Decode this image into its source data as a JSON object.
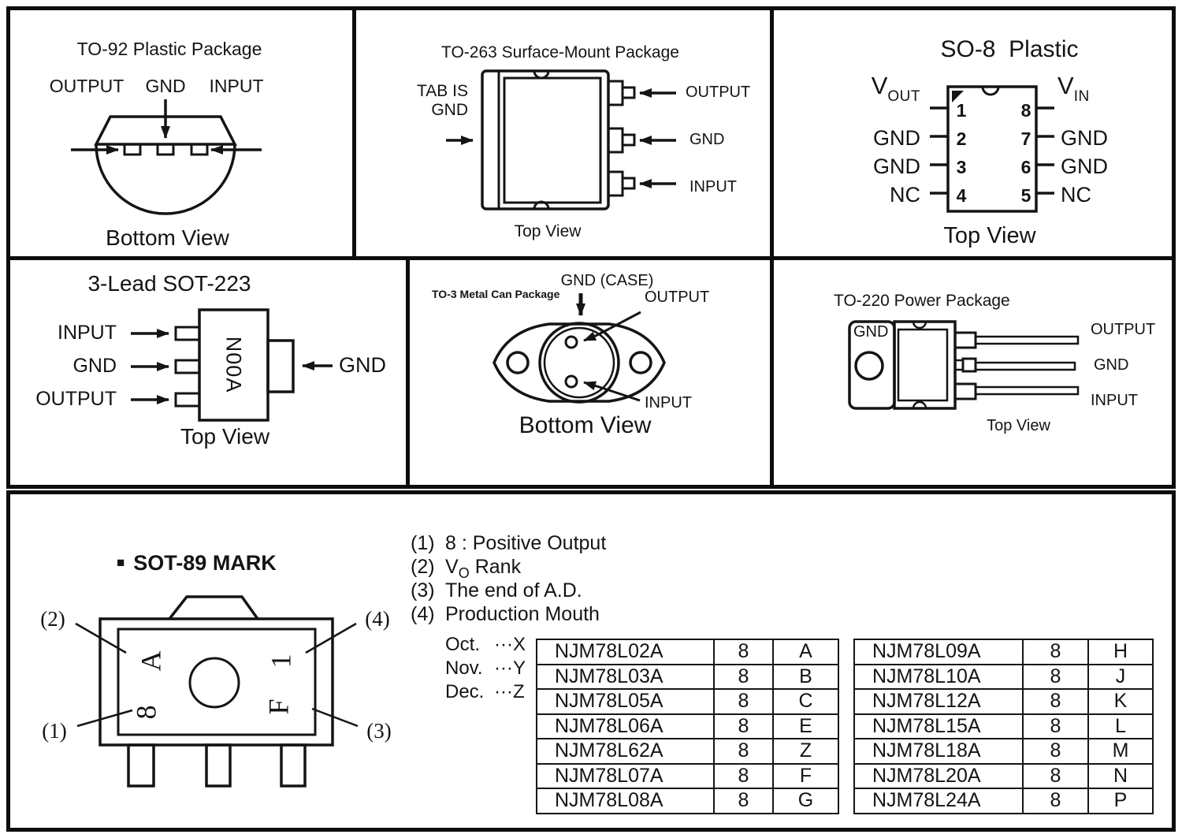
{
  "page": {
    "bg": "#ffffff",
    "ink": "#141414"
  },
  "to92": {
    "title": "TO-92 Plastic Package",
    "pin1": "OUTPUT",
    "pin2": "GND",
    "pin3": "INPUT",
    "caption": "Bottom View"
  },
  "to263": {
    "title": "TO-263 Surface-Mount Package",
    "tab_line1": "TAB IS",
    "tab_line2": "GND",
    "pin1": "OUTPUT",
    "pin2": "GND",
    "pin3": "INPUT",
    "caption": "Top View"
  },
  "so8": {
    "title": "SO-8  Plastic",
    "left": [
      {
        "label": "V",
        "sub": "OUT",
        "num": "1"
      },
      {
        "label": "GND",
        "sub": "",
        "num": "2"
      },
      {
        "label": "GND",
        "sub": "",
        "num": "3"
      },
      {
        "label": "NC",
        "sub": "",
        "num": "4"
      }
    ],
    "right": [
      {
        "label": "V",
        "sub": "IN",
        "num": "8"
      },
      {
        "label": "GND",
        "sub": "",
        "num": "7"
      },
      {
        "label": "GND",
        "sub": "",
        "num": "6"
      },
      {
        "label": "NC",
        "sub": "",
        "num": "5"
      }
    ],
    "caption": "Top View"
  },
  "sot223": {
    "title": "3-Lead SOT-223",
    "pin1": "INPUT",
    "pin2": "GND",
    "pin3": "OUTPUT",
    "mark": "N00A",
    "tab": "GND",
    "caption": "Top View"
  },
  "to3": {
    "title": "TO-3 Metal Can Package",
    "top_label": "GND (CASE)",
    "output": "OUTPUT",
    "input": "INPUT",
    "caption": "Bottom View"
  },
  "to220": {
    "title": "TO-220 Power Package",
    "tab": "GND",
    "pin1": "OUTPUT",
    "pin2": "GND",
    "pin3": "INPUT",
    "caption": "Top View"
  },
  "sot89": {
    "bullet": "■",
    "title": "SOT-89 MARK",
    "callout_tl": "(2)",
    "callout_bl": "(1)",
    "callout_tr": "(4)",
    "callout_br": "(3)",
    "mark_tl": "A",
    "mark_bl": "8",
    "mark_tr": "1",
    "mark_br": "F",
    "notes": {
      "n1_num": "(1)",
      "n1": "8 : Positive Output",
      "n2_num": "(2)",
      "n2_v": "V",
      "n2_sub": "O",
      "n2_rest": "Rank",
      "n3_num": "(3)",
      "n3": "The end of A.D.",
      "n4_num": "(4)",
      "n4": "Production Mouth"
    },
    "months": [
      {
        "m": "Oct.",
        "c": "···X"
      },
      {
        "m": "Nov.",
        "c": "···Y"
      },
      {
        "m": "Dec.",
        "c": "···Z"
      }
    ],
    "table_left": [
      [
        "NJM78L02A",
        "8",
        "A"
      ],
      [
        "NJM78L03A",
        "8",
        "B"
      ],
      [
        "NJM78L05A",
        "8",
        "C"
      ],
      [
        "NJM78L06A",
        "8",
        "E"
      ],
      [
        "NJM78L62A",
        "8",
        "Z"
      ],
      [
        "NJM78L07A",
        "8",
        "F"
      ],
      [
        "NJM78L08A",
        "8",
        "G"
      ]
    ],
    "table_right": [
      [
        "NJM78L09A",
        "8",
        "H"
      ],
      [
        "NJM78L10A",
        "8",
        "J"
      ],
      [
        "NJM78L12A",
        "8",
        "K"
      ],
      [
        "NJM78L15A",
        "8",
        "L"
      ],
      [
        "NJM78L18A",
        "8",
        "M"
      ],
      [
        "NJM78L20A",
        "8",
        "N"
      ],
      [
        "NJM78L24A",
        "8",
        "P"
      ]
    ]
  }
}
